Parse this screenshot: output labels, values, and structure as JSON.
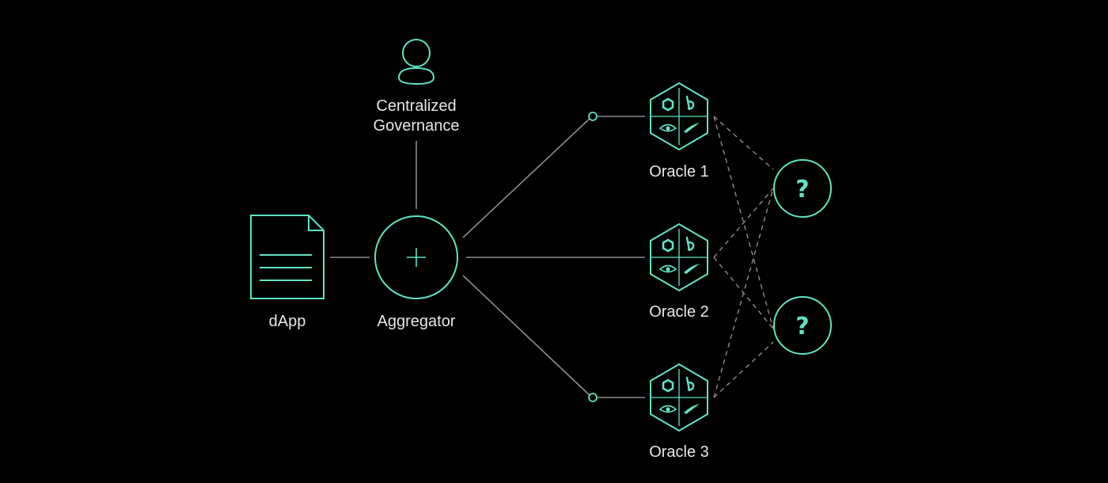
{
  "colors": {
    "background": "#000000",
    "accent": "#5fe3c4",
    "connector": "#8c8c8c",
    "text": "#e6e6e6"
  },
  "nodes": {
    "governance": {
      "line1": "Centralized",
      "line2": "Governance",
      "icon": "person-icon"
    },
    "dapp": {
      "label": "dApp",
      "icon": "document-icon"
    },
    "aggregator": {
      "label": "Aggregator",
      "icon": "plus-icon"
    },
    "oracles": [
      {
        "label": "Oracle 1",
        "icon": "oracle-hexagon-icon"
      },
      {
        "label": "Oracle 2",
        "icon": "oracle-hexagon-icon"
      },
      {
        "label": "Oracle 3",
        "icon": "oracle-hexagon-icon"
      }
    ],
    "unknown_sources": [
      {
        "symbol": "?"
      },
      {
        "symbol": "?"
      }
    ]
  }
}
